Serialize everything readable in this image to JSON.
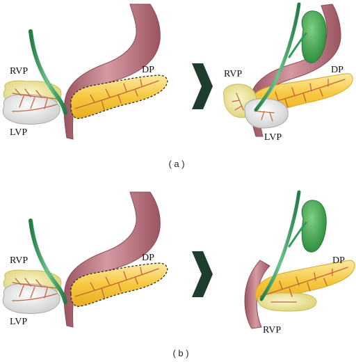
{
  "colors": {
    "stomach": "#b06a74",
    "stomach_light": "#d9a3aa",
    "pancreas": "#f5c945",
    "pancreas_light": "#fbe79a",
    "vessel": "#c2643c",
    "duct": "#2f9a5a",
    "duct_light": "#6cc58c",
    "gallbladder": "#3a9e4a",
    "rvp_lobe": "#efe7a8",
    "lvp_lobe": "#e4e4e4",
    "arrow": "#1e3d2e"
  },
  "panels": [
    {
      "caption": "( a )",
      "before": {
        "labels": {
          "rvp": "RVP",
          "dp": "DP",
          "lvp": "LVP"
        }
      },
      "after": {
        "labels": {
          "rvp": "RVP",
          "dp": "DP",
          "lvp": "LVP"
        }
      }
    },
    {
      "caption": "( b )",
      "before": {
        "labels": {
          "rvp": "RVP",
          "dp": "DP",
          "lvp": "LVP"
        }
      },
      "after": {
        "labels": {
          "dp": "DP",
          "rvp": "RVP"
        }
      }
    }
  ]
}
